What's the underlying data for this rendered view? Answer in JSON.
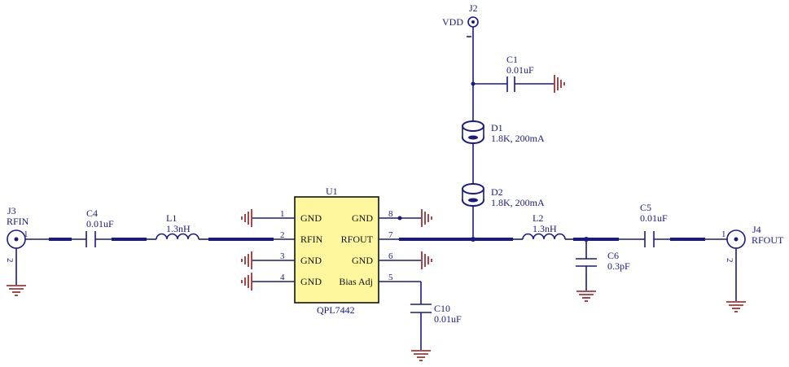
{
  "schematic": {
    "colors": {
      "wire": "#1a1a80",
      "ground": "#8b1a1a",
      "ic_fill": "#fff79e"
    },
    "connectors": {
      "j2": {
        "ref": "J2",
        "net": "VDD"
      },
      "j3": {
        "ref": "J3",
        "net": "RFIN",
        "pin1": "1",
        "pin2": "2"
      },
      "j4": {
        "ref": "J4",
        "net": "RFOUT",
        "pin1": "1",
        "pin2": "2"
      }
    },
    "components": {
      "c1": {
        "ref": "C1",
        "value": "0.01uF"
      },
      "c4": {
        "ref": "C4",
        "value": "0.01uF"
      },
      "c5": {
        "ref": "C5",
        "value": "0.01uF"
      },
      "c6": {
        "ref": "C6",
        "value": "0.3pF"
      },
      "c10": {
        "ref": "C10",
        "value": "0.01uF"
      },
      "l1": {
        "ref": "L1",
        "value": "1.3nH"
      },
      "l2": {
        "ref": "L2",
        "value": "1.3nH"
      },
      "d1": {
        "ref": "D1",
        "value": "1.8K, 200mA"
      },
      "d2": {
        "ref": "D2",
        "value": "1.8K, 200mA"
      }
    },
    "ic": {
      "ref": "U1",
      "part": "QPL7442",
      "pins_left": [
        {
          "num": "1",
          "name": "GND"
        },
        {
          "num": "2",
          "name": "RFIN"
        },
        {
          "num": "3",
          "name": "GND"
        },
        {
          "num": "4",
          "name": "GND"
        }
      ],
      "pins_right": [
        {
          "num": "8",
          "name": "GND"
        },
        {
          "num": "7",
          "name": "RFOUT"
        },
        {
          "num": "6",
          "name": "GND"
        },
        {
          "num": "5",
          "name": "Bias Adj"
        }
      ]
    }
  }
}
